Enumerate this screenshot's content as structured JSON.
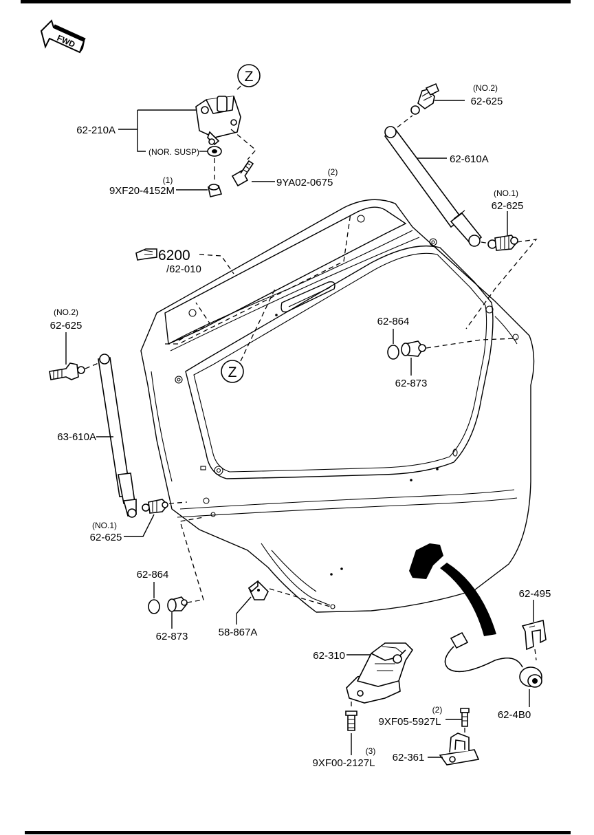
{
  "direction_arrow": {
    "text": "FWD"
  },
  "view_markers": [
    "Z",
    "Z"
  ],
  "callouts": {
    "hinge": "62-210A",
    "nor_susp": "(NOR. SUSP)",
    "nut_qty": "(1)",
    "nut": "9XF20-4152M",
    "bolt_qty": "(2)",
    "bolt": "9YA02-0675",
    "liftgate_ref_main": "6200",
    "liftgate_ref_sub": "/62-010",
    "strut_r_ball_upper_tag": "(NO.2)",
    "strut_r_ball_upper": "62-625",
    "strut_r": "62-610A",
    "strut_r_ball_lower_tag": "(NO.1)",
    "strut_r_ball_lower": "62-625",
    "strut_l_ball_upper_tag": "(NO.2)",
    "strut_l_ball_upper": "62-625",
    "strut_l": "63-610A",
    "strut_l_ball_lower_tag": "(NO.1)",
    "strut_l_ball_lower": "62-625",
    "cushion_r": "62-864",
    "stopper_r": "62-873",
    "cushion_l": "62-864",
    "stopper_l": "62-873",
    "clip": "58-867A",
    "latch": "62-310",
    "latch_bolt_qty": "(3)",
    "latch_bolt": "9XF00-2127L",
    "striker_bolt_qty": "(2)",
    "striker_bolt": "9XF05-5927L",
    "striker": "62-361",
    "bracket": "62-495",
    "switch": "62-4B0"
  }
}
